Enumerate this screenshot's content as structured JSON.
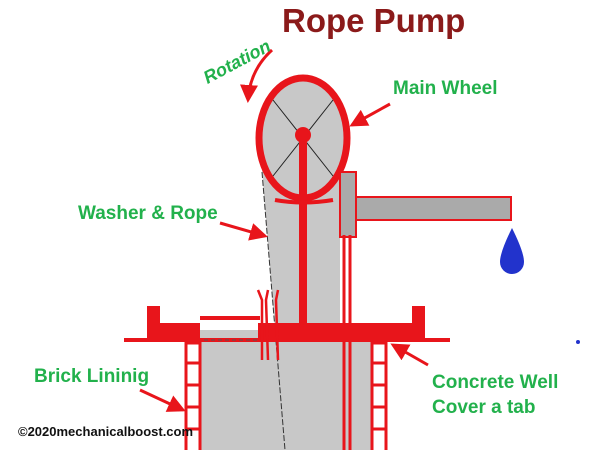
{
  "title": "Rope Pump",
  "labels": {
    "rotation": "Rotation",
    "main_wheel": "Main Wheel",
    "washer_rope": "Washer & Rope",
    "brick_lining": "Brick Lininig",
    "concrete_line1": "Concrete Well",
    "concrete_line2": "Cover a tab"
  },
  "copyright": "©2020mechanicalboost.com",
  "colors": {
    "red": "#e8151b",
    "gray": "#c8c8c8",
    "green": "#22b14c",
    "title": "#8b1a1a",
    "water": "#2233cc"
  }
}
